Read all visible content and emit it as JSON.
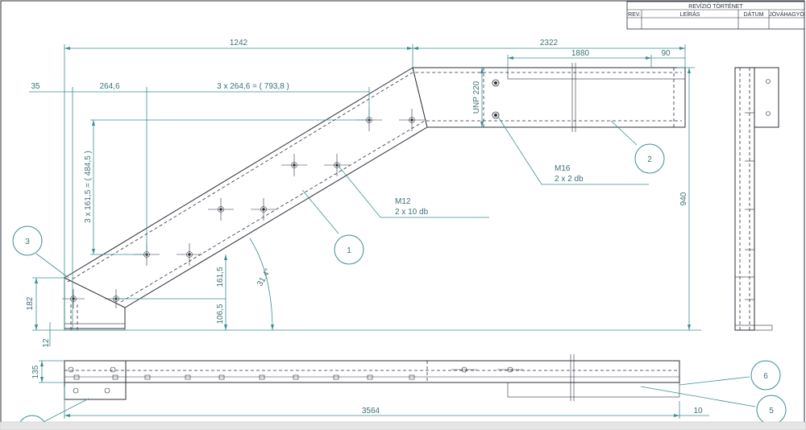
{
  "revision_table": {
    "title": "REVÍZIÓ TÖRTÉNET",
    "columns": [
      "REV.",
      "LEÍRÁS",
      "DÁTUM",
      "JÓVÁHAGYÓ"
    ]
  },
  "dimensions": {
    "d1242": "1242",
    "d2322": "2322",
    "d1880": "1880",
    "d90": "90",
    "d35": "35",
    "d264": "264,6",
    "d3x264": "3 x 264,6 = ( 793,8 )",
    "d3x161": "3 x 161,5 = ( 484,5 )",
    "dunp": "UNP 220",
    "d940": "940",
    "d182": "182",
    "d12": "12",
    "d161": "161,5",
    "d106": "106,5",
    "dang": "31,4°",
    "d135": "135",
    "d3564": "3564",
    "d10": "10"
  },
  "callouts": {
    "m16": "M16",
    "m16qty": "2 x 2 db",
    "m12": "M12",
    "m12qty": "2 x 10 db"
  },
  "part_numbers": [
    "1",
    "2",
    "3",
    "5",
    "6"
  ],
  "colors": {
    "line": "#2b2f3a",
    "accent": "#3d8d92"
  }
}
